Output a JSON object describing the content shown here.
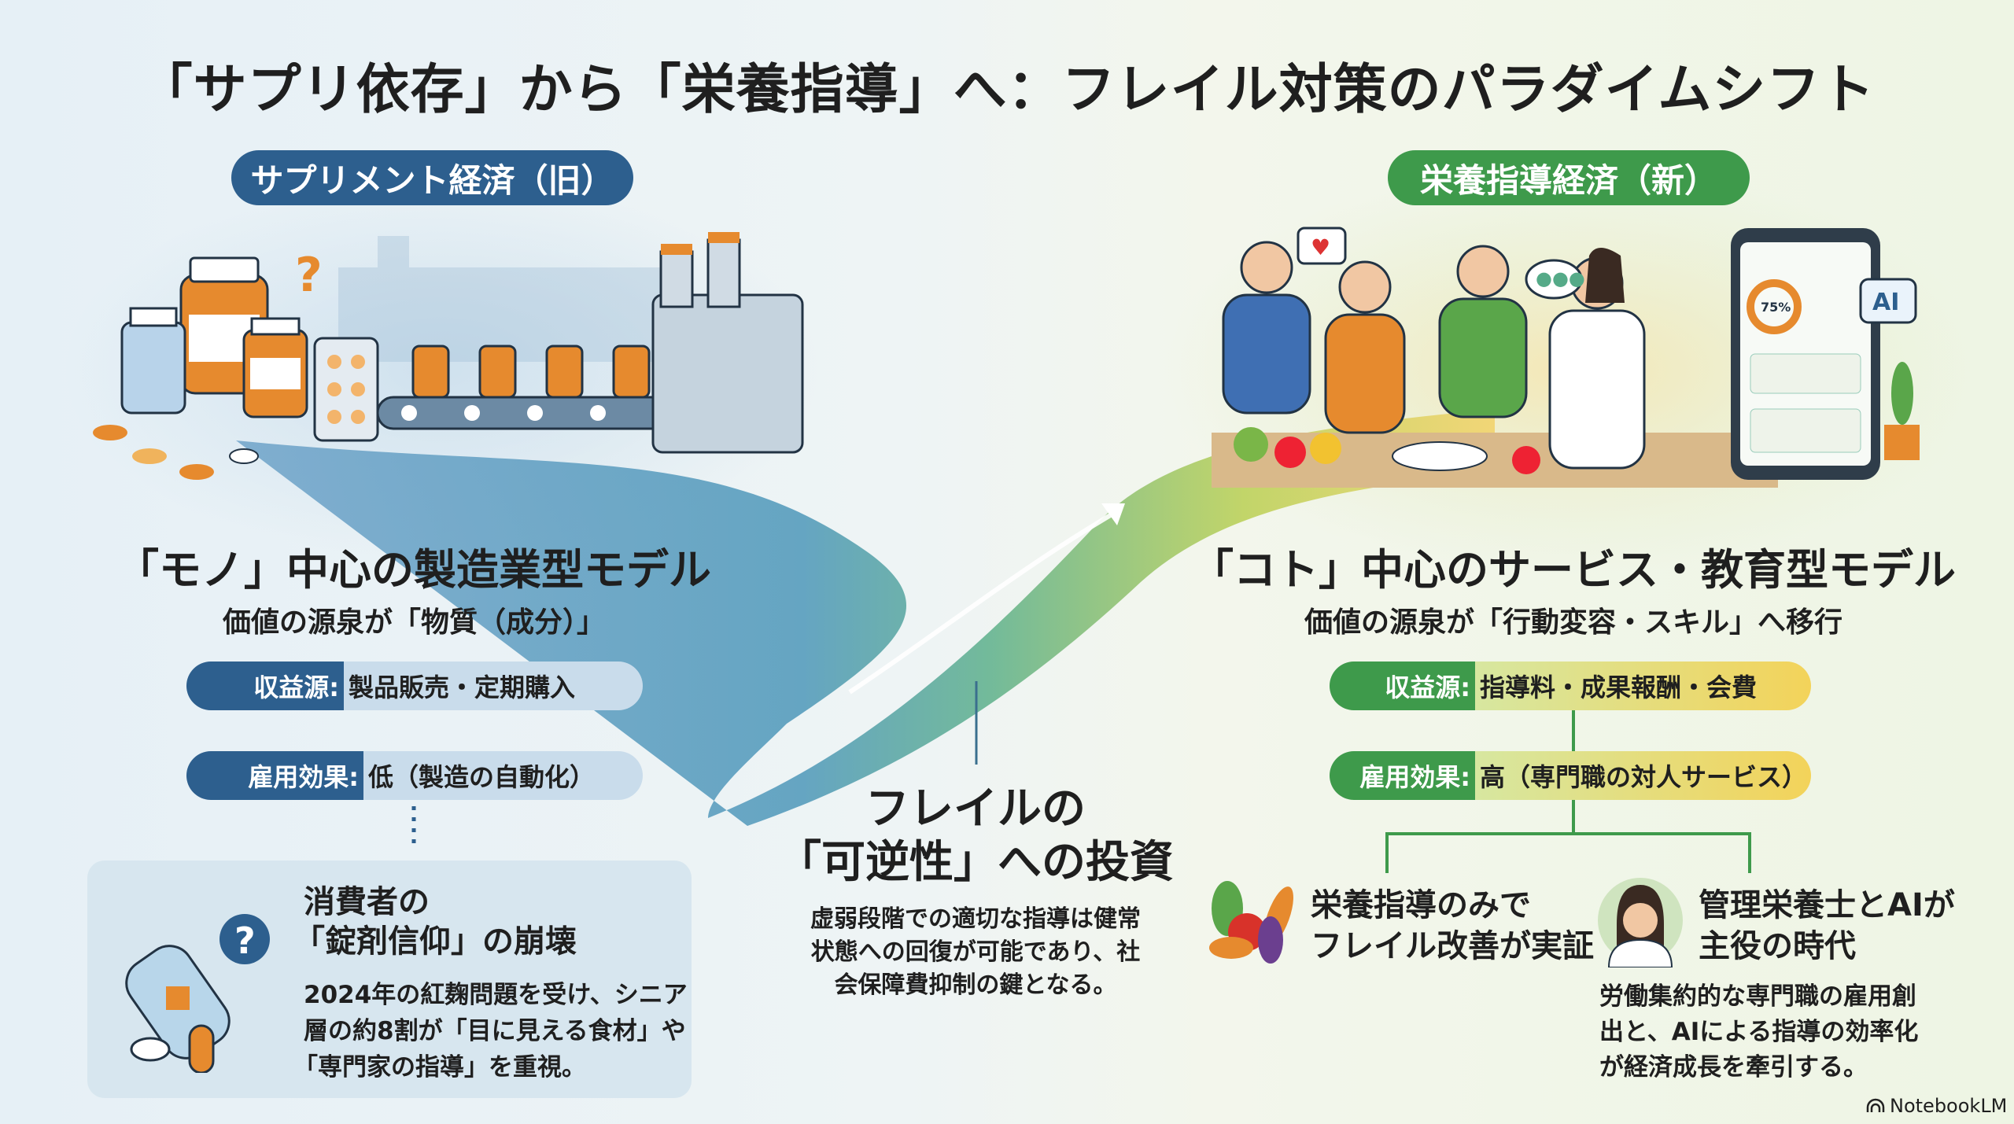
{
  "title": "「サプリ依存」から「栄養指導」へ：フレイル対策のパラダイムシフト",
  "left": {
    "badge": "サプリメント経済（旧）",
    "heading": "「モノ」中心の製造業型モデル",
    "subheading": "価値の源泉が「物質（成分）」",
    "revenue": {
      "label": "収益源:",
      "value": "製品販売・定期購入"
    },
    "employment": {
      "label": "雇用効果:",
      "value": "低（製造の自動化）"
    },
    "card": {
      "title_line1": "消費者の",
      "title_line2": "「錠剤信仰」の崩壊",
      "body_line1": "2024年の紅麹問題を受け、シニア",
      "body_line2": "層の約8割が「目に見える食材」や",
      "body_line3": "「専門家の指導」を重視。"
    }
  },
  "center": {
    "heading_line1": "フレイルの",
    "heading_line2": "「可逆性」への投資",
    "body_line1": "虚弱段階での適切な指導は健常",
    "body_line2": "状態への回復が可能であり、社",
    "body_line3": "会保障費抑制の鍵となる。"
  },
  "right": {
    "badge": "栄養指導経済（新）",
    "heading": "「コト」中心のサービス・教育型モデル",
    "subheading": "価値の源泉が「行動変容・スキル」へ移行",
    "revenue": {
      "label": "収益源:",
      "value": "指導料・成果報酬・会費"
    },
    "employment": {
      "label": "雇用効果:",
      "value": "高（専門職の対人サービス）"
    },
    "item1": {
      "line1": "栄養指導のみで",
      "line2": "フレイル改善が実証"
    },
    "item2": {
      "line1": "管理栄養士とAIが",
      "line2": "主役の時代",
      "body_line1": "労働集約的な専門職の雇用創",
      "body_line2": "出と、AIによる指導の効率化",
      "body_line3": "が経済成長を牽引する。"
    },
    "tablet": {
      "percent": "75%",
      "ai_label": "AI"
    }
  },
  "brand": "NotebookLM",
  "colors": {
    "blue": "#2d5f8e",
    "blue_light": "#c9dceb",
    "green": "#3e9a4b",
    "yellow": "#f3d35a",
    "orange": "#e0802a"
  }
}
